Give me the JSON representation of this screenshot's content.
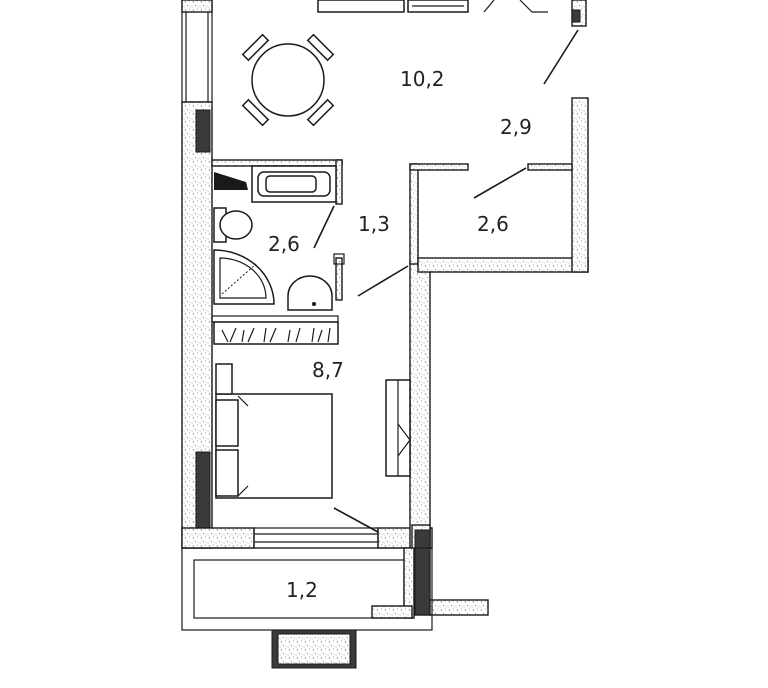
{
  "plan": {
    "rooms": [
      {
        "id": "kitchen-living",
        "area": "10,2"
      },
      {
        "id": "hall-upper",
        "area": "2,9"
      },
      {
        "id": "storage",
        "area": "2,6"
      },
      {
        "id": "hall",
        "area": "1,3"
      },
      {
        "id": "bathroom",
        "area": "2,6"
      },
      {
        "id": "bedroom",
        "area": "8,7"
      },
      {
        "id": "balcony",
        "area": "1,2"
      }
    ]
  },
  "colors": {
    "wall_outline": "#1a1a1a",
    "wall_dark": "#3a3a3a",
    "wall_speckle": "#8a8a8a",
    "label_text": "#222222"
  },
  "icons": [
    "dining-table-icon",
    "bathtub-icon",
    "toilet-icon",
    "shower-icon",
    "sink-icon",
    "double-bed-icon",
    "wardrobe-icon",
    "door-swing-icon"
  ]
}
